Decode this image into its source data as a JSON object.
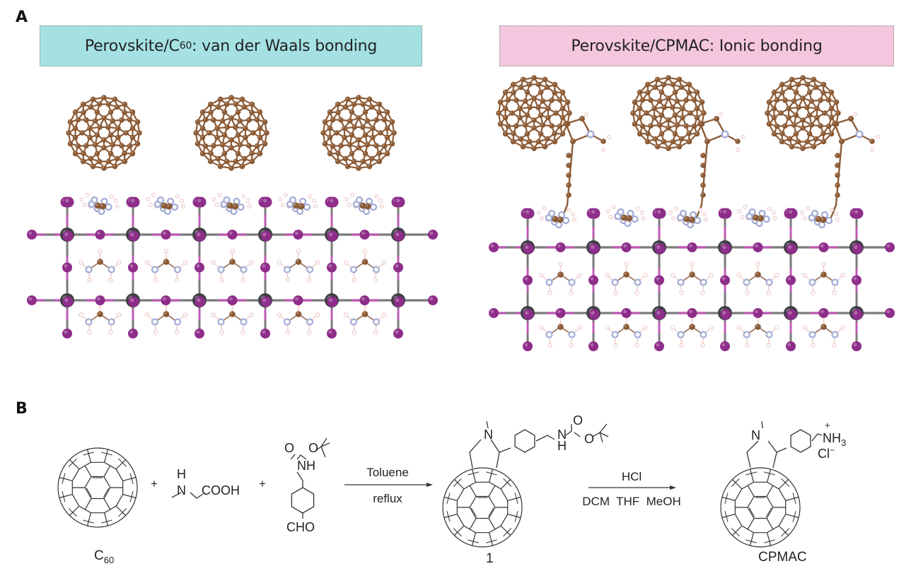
{
  "figure": {
    "panel_a": {
      "letter": "A",
      "left": {
        "title_prefix": "Perovskite/C",
        "title_sub": "60",
        "title_suffix": ": van der Waals bonding",
        "box_color": "#a5e1e3",
        "molecule_count": 3,
        "molecule": "C60"
      },
      "right": {
        "title": "Perovskite/CPMAC: Ionic bonding",
        "box_color": "#f4c7de",
        "molecule_count": 3,
        "molecule": "CPMAC"
      },
      "atom_colors": {
        "carbon": "#8b5a34",
        "iodine": "#8e2d8a",
        "lead": "#3f3f46",
        "nitrogen": "#a3acd6",
        "hydrogen": "#f0cccc",
        "pb_i_bond": "#c05bb5"
      }
    },
    "panel_b": {
      "letter": "B",
      "reactants": [
        {
          "label": "C",
          "label_sub": "60"
        },
        {
          "text_h": "H",
          "text_n": "N",
          "text_cooh": "COOH"
        },
        {
          "text_o1": "O",
          "text_o2": "O",
          "text_nh": "NH",
          "text_cho": "CHO"
        }
      ],
      "plus": "+",
      "step1": {
        "above": "Toluene",
        "below": "reflux"
      },
      "intermediate": {
        "label": "1",
        "text_n": "N",
        "text_nh_n": "N",
        "text_nh_h": "H",
        "text_o1": "O",
        "text_o2": "O"
      },
      "step2": {
        "above": "HCl",
        "below": "DCM  THF  MeOH"
      },
      "product": {
        "label": "CPMAC",
        "text_n": "N",
        "text_nh3": "NH",
        "text_nh3_sub": "3",
        "text_plus": "+",
        "text_cl": "Cl",
        "text_cl_charge": "−"
      }
    }
  }
}
